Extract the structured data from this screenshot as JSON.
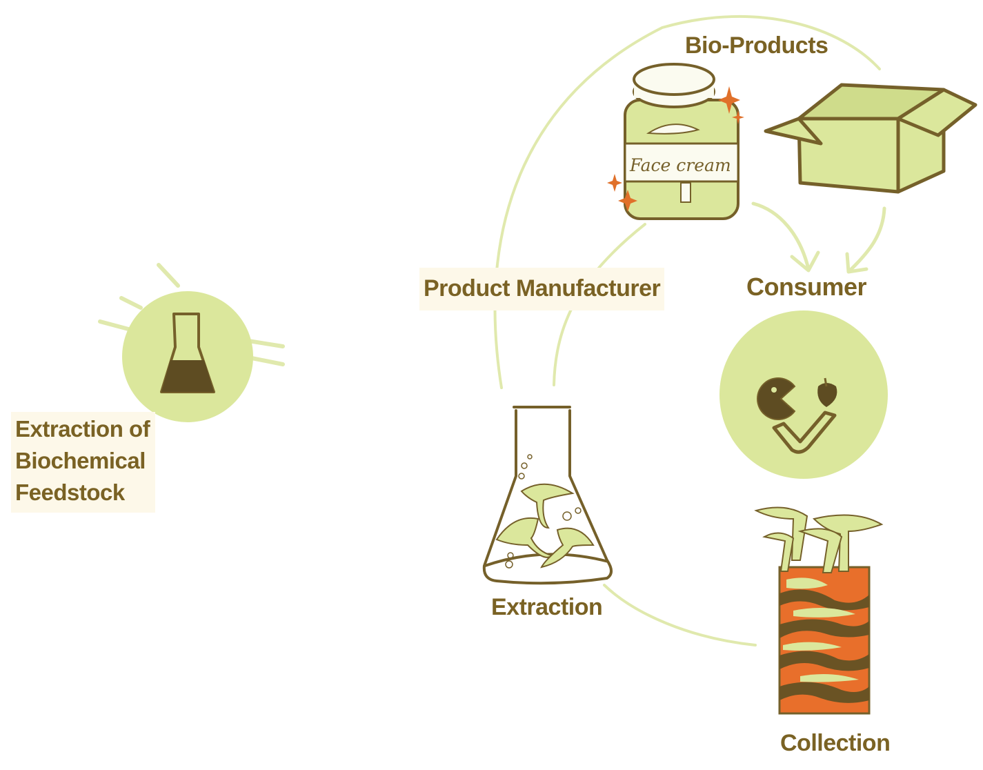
{
  "labels": {
    "feedstock": [
      "Extraction of",
      "Biochemical",
      "Feedstock"
    ],
    "product_manufacturer": "Product Manufacturer",
    "bio_products": "Bio-Products",
    "consumer": "Consumer",
    "extraction": "Extraction",
    "collection": "Collection",
    "jar_label": "Face cream"
  },
  "colors": {
    "light_green": "#dbe79c",
    "line_green": "#e0e9ad",
    "dark_brown": "#75602a",
    "orange": "#e0702a",
    "label_bg": "#fdf8e9"
  },
  "icons": [
    "flask-icon",
    "face-cream-jar-icon",
    "open-box-icon",
    "consumer-check-icon",
    "extraction-flask-icon",
    "mushroom-jar-icon"
  ]
}
